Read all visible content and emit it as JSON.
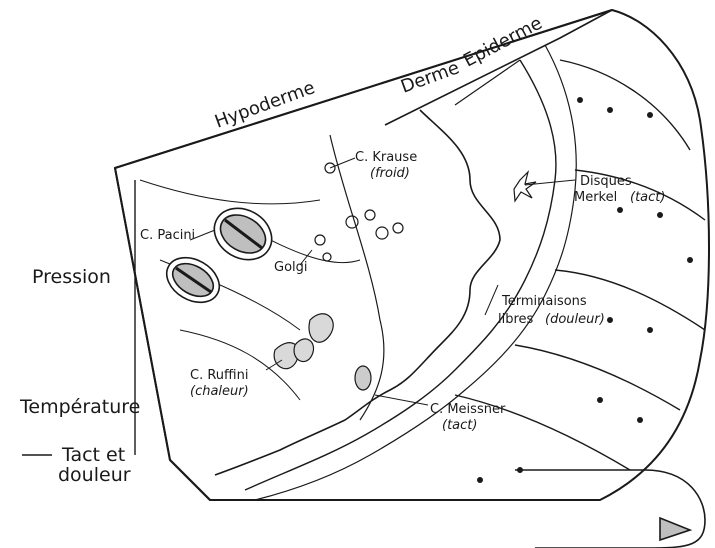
{
  "layers": {
    "hypoderme": "Hypoderme",
    "derme": "Derme",
    "epiderme": "Epiderme"
  },
  "receptors": {
    "krause": {
      "name": "C. Krause",
      "role": "(froid)"
    },
    "pacini": {
      "name": "C. Pacini"
    },
    "golgi": {
      "name": "Golgi"
    },
    "merkel": {
      "name_line1": "Disques",
      "name_line2": "Merkel",
      "role": "(tact)"
    },
    "libres": {
      "name_line1": "Terminaisons",
      "name_line2": "libres",
      "role": "(douleur)"
    },
    "ruffini": {
      "name": "C. Ruffini",
      "role": "(chaleur)"
    },
    "meissner": {
      "name": "C. Meissner",
      "role": "(tact)"
    }
  },
  "sensations": {
    "pression": "Pression",
    "temperature": "Température",
    "tact_line1": "Tact et",
    "tact_line2": "douleur"
  },
  "colors": {
    "ink": "#1a1a1a",
    "paper": "#ffffff"
  }
}
